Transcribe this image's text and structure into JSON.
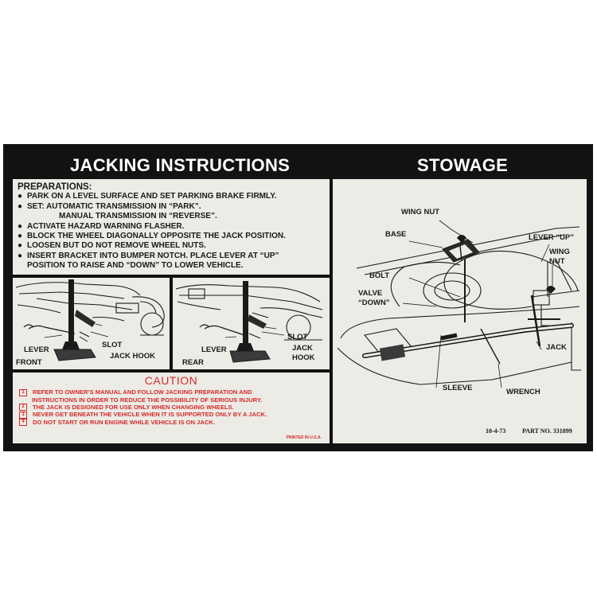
{
  "left_title": "JACKING INSTRUCTIONS",
  "right_title": "STOWAGE",
  "preparations": {
    "title": "PREPARATIONS:",
    "items": [
      "PARK ON A LEVEL SURFACE AND SET PARKING BRAKE FIRMLY.",
      "SET: AUTOMATIC TRANSMISSION IN “PARK”.",
      "ACTIVATE HAZARD WARNING FLASHER.",
      "BLOCK THE WHEEL DIAGONALLY OPPOSITE THE JACK POSITION.",
      "LOOSEN BUT DO NOT REMOVE WHEEL NUTS.",
      "INSERT BRACKET INTO BUMPER NOTCH. PLACE LEVER AT “UP”"
    ],
    "manual_line": "MANUAL TRANSMISSION IN “REVERSE”.",
    "insert_cont": "POSITION TO RAISE AND “DOWN” TO LOWER VEHICLE.",
    "bullet": "●"
  },
  "front_figure": {
    "lever": "LEVER",
    "front": "FRONT",
    "slot": "SLOT",
    "jack_hook": "JACK HOOK"
  },
  "rear_figure": {
    "lever": "LEVER",
    "rear": "REAR",
    "slot": "SLOT",
    "jack": "JACK",
    "hook": "HOOK"
  },
  "caution": {
    "title": "CAUTION",
    "numbers": [
      "1",
      "2",
      "3",
      "4"
    ],
    "items": [
      "REFER TO OWNER’S MANUAL AND FOLLOW JACKING PREPARATION AND",
      "THE JACK IS DESIGNED FOR USE ONLY WHEN CHANGING WHEELS.",
      "NEVER GET BENEATH THE VEHICLE WHEN IT IS SUPPORTED ONLY BY A JACK.",
      "DO NOT START OR RUN ENGINE WHILE VEHICLE IS ON JACK."
    ],
    "item1_cont": "INSTRUCTIONS IN ORDER TO REDUCE THE POSSIBILITY OF SERIOUS INJURY.",
    "printed": "PRINTED IN U.S.A."
  },
  "stowage": {
    "wing_nut_top": "WING NUT",
    "base": "BASE",
    "lever_up": "LEVER “UP”",
    "wing": "WING",
    "nut": "NUT",
    "bolt": "BOLT",
    "valve": "VALVE",
    "down": "“DOWN”",
    "jack": "JACK",
    "sleeve": "SLEEVE",
    "wrench": "WRENCH",
    "date": "10-4-73",
    "part_no": "PART NO. 331899"
  },
  "colors": {
    "background": "#121212",
    "panel": "#ecebe6",
    "caution_red": "#d42a2a"
  }
}
